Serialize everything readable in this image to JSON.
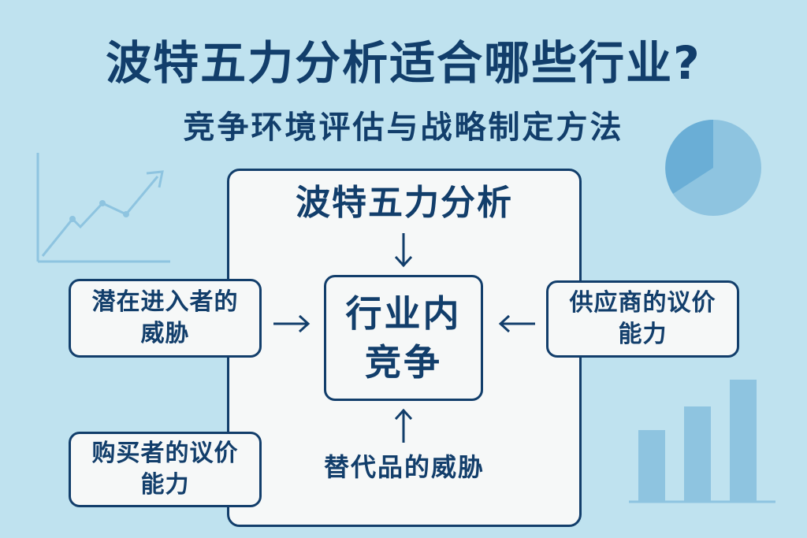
{
  "title": "波特五力分析适合哪些行业?",
  "subtitle": "竞争环境评估与战略制定方法",
  "diagram": {
    "panel_title": "波特五力分析",
    "center": [
      "行业内",
      "竞争"
    ],
    "left_top": [
      "潜在进入者的",
      "威胁"
    ],
    "left_bottom": [
      "购买者的议价",
      "能力"
    ],
    "right": [
      "供应商的议价",
      "能力"
    ],
    "bottom": "替代品的威胁"
  },
  "colors": {
    "background": "#bfe2ef",
    "primary": "#123e6b",
    "box_fill": "#f6f8f8",
    "decor_light": "#8ec4e0",
    "decor_mid": "#6aaed6"
  }
}
